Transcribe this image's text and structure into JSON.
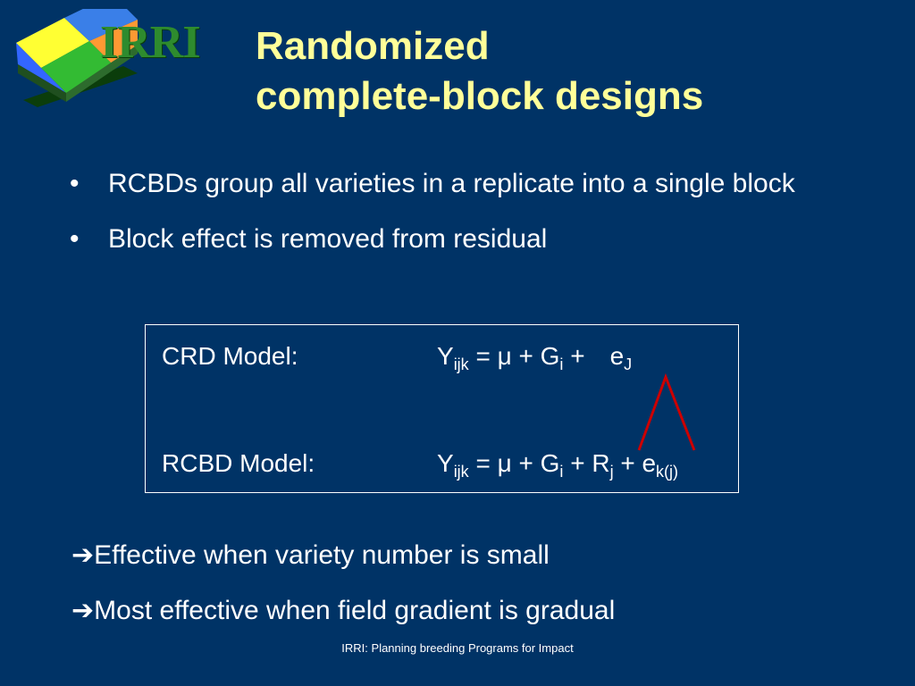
{
  "logo": {
    "text": "IRRI",
    "colors": [
      "#ffff33",
      "#3399ff",
      "#33cc33",
      "#ff9933"
    ]
  },
  "title": {
    "line1": "Randomized",
    "line2": "complete-block designs",
    "color": "#ffff99"
  },
  "bullets": [
    {
      "marker": "•",
      "text": "RCBDs group all varieties in a replicate into a single block"
    },
    {
      "marker": "•",
      "text": "Block effect is removed from residual"
    }
  ],
  "models": {
    "crd": {
      "label": "CRD Model:",
      "y": "Y",
      "y_sub": "ijk",
      "mu": " = μ + G",
      "g_sub": "i",
      "plus": " +",
      "e": "e",
      "e_sub": "J"
    },
    "rcbd": {
      "label": "RCBD Model:",
      "y": "Y",
      "y_sub": "ijk",
      "mu": " = μ + G",
      "g_sub": "i",
      "plus_r": " + R",
      "r_sub": "j",
      "plus_e": " + e",
      "e_sub": "k(j)"
    },
    "connector_color": "#cc0000"
  },
  "arrows": [
    {
      "marker": "➔",
      "text": "Effective when variety number is small"
    },
    {
      "marker": "➔",
      "text": "Most effective when field gradient is gradual"
    }
  ],
  "footer": "IRRI: Planning breeding Programs for Impact"
}
